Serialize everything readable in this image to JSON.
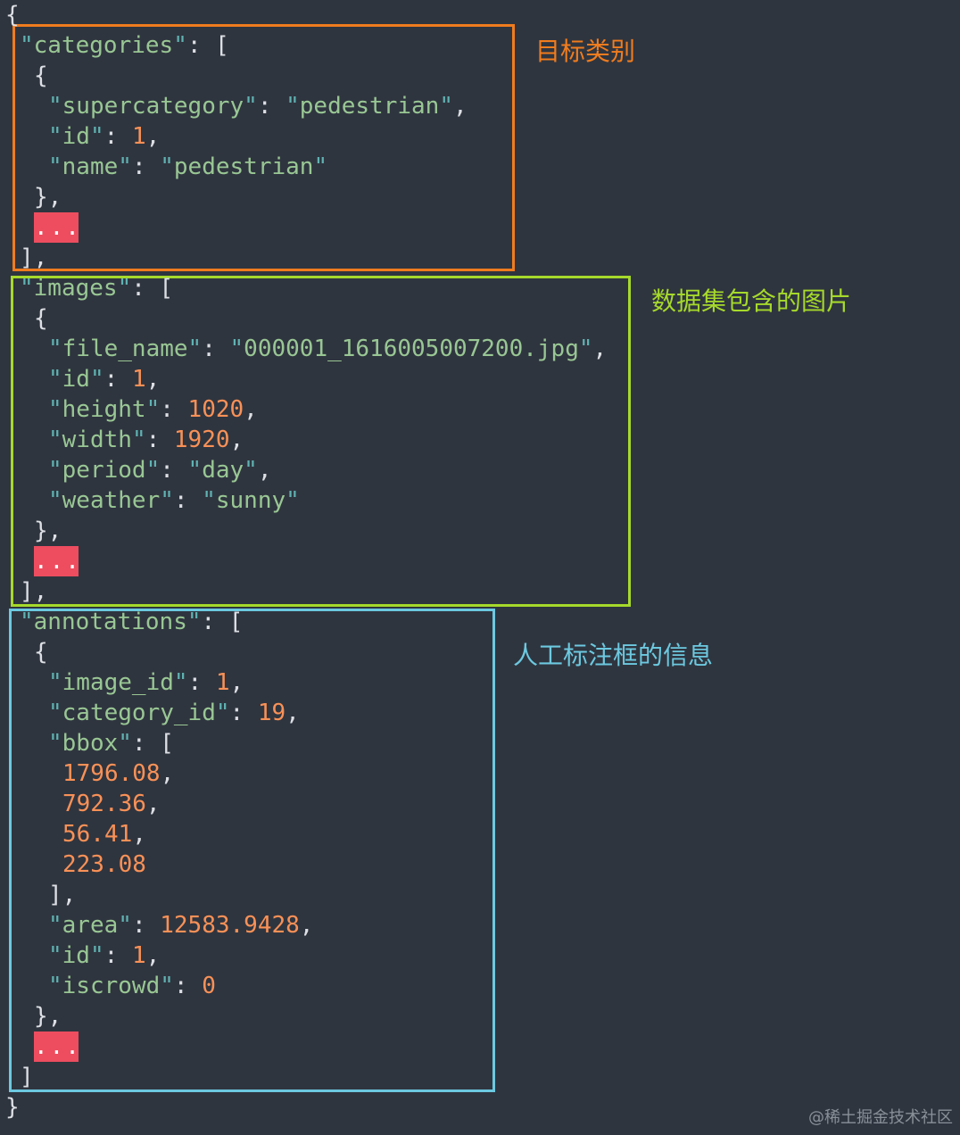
{
  "annotations": {
    "categories_label": "目标类别",
    "images_label": "数据集包含的图片",
    "annotations_label": "人工标注框的信息"
  },
  "colors": {
    "categories_box": "#f07c1e",
    "images_box": "#a6d92b",
    "annotations_box": "#6cc9e0"
  },
  "ellipsis": "...",
  "watermark": "@稀土掘金技术社区",
  "code": {
    "open_brace": "{",
    "close_brace": "}",
    "categories_key": "categories",
    "supercategory_key": "supercategory",
    "supercategory_val": "pedestrian",
    "cat_id_key": "id",
    "cat_id_val": "1",
    "name_key": "name",
    "name_val": "pedestrian",
    "images_key": "images",
    "file_name_key": "file_name",
    "file_name_val": "000001_1616005007200.jpg",
    "img_id_key": "id",
    "img_id_val": "1",
    "height_key": "height",
    "height_val": "1020",
    "width_key": "width",
    "width_val": "1920",
    "period_key": "period",
    "period_val": "day",
    "weather_key": "weather",
    "weather_val": "sunny",
    "annotations_key": "annotations",
    "image_id_key": "image_id",
    "image_id_val": "1",
    "category_id_key": "category_id",
    "category_id_val": "19",
    "bbox_key": "bbox",
    "bbox": [
      "1796.08",
      "792.36",
      "56.41",
      "223.08"
    ],
    "area_key": "area",
    "area_val": "12583.9428",
    "ann_id_key": "id",
    "ann_id_val": "1",
    "iscrowd_key": "iscrowd",
    "iscrowd_val": "0"
  }
}
